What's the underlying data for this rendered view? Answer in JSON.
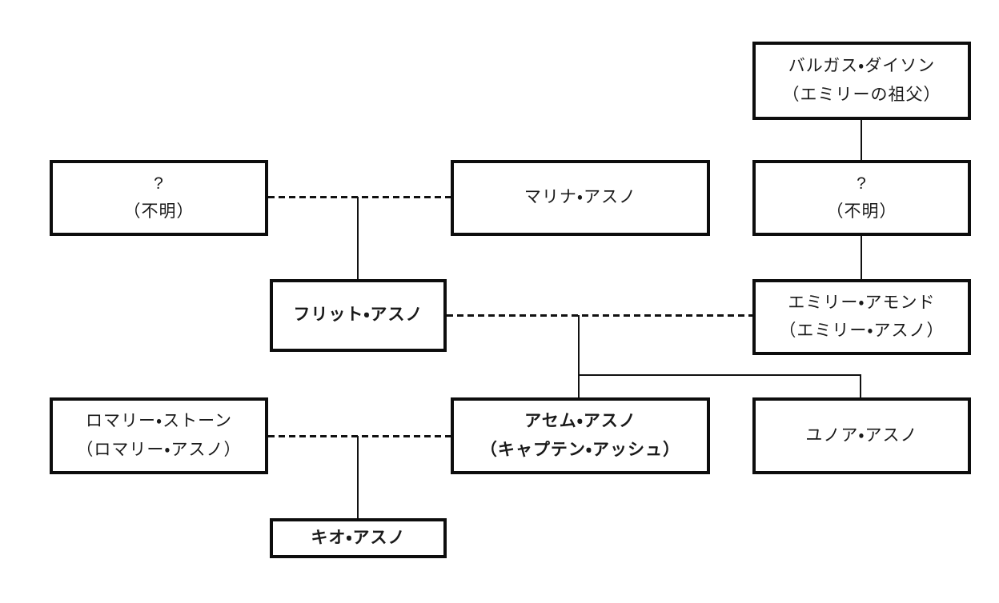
{
  "diagram": {
    "type": "family-tree",
    "background_color": "#ffffff",
    "line_color": "#111111",
    "text_color": "#1a1a1a",
    "nodes": {
      "vargas": {
        "name": "バルガス・ダイソン",
        "note": "（エミリーの祖父）",
        "emphasis": false
      },
      "unknown_left": {
        "name": "?",
        "note": "（不明）",
        "emphasis": false
      },
      "marina": {
        "name": "マリナ・アスノ",
        "emphasis": false
      },
      "unknown_right": {
        "name": "?",
        "note": "（不明）",
        "emphasis": false
      },
      "flit": {
        "name": "フリット・アスノ",
        "emphasis": true
      },
      "emily": {
        "name": "エミリー・アモンド",
        "note": "（エミリー・アスノ）",
        "emphasis": false
      },
      "romary": {
        "name": "ロマリー・ストーン",
        "note": "（ロマリー・アスノ）",
        "emphasis": false
      },
      "asemu": {
        "name": "アセム・アスノ",
        "note": "（キャプテン・アッシュ）",
        "emphasis": true
      },
      "yunoa": {
        "name": "ユノア・アスノ",
        "emphasis": false
      },
      "kio": {
        "name": "キオ・アスノ",
        "emphasis": true
      }
    },
    "edges": [
      {
        "from": "vargas",
        "to": "unknown_right",
        "style": "solid",
        "relation": "parent-child"
      },
      {
        "from": "unknown_right",
        "to": "emily",
        "style": "solid",
        "relation": "parent-child"
      },
      {
        "from": "unknown_left",
        "to": "marina",
        "style": "dashed",
        "relation": "couple"
      },
      {
        "from": "unknown_left+marina",
        "to": "flit",
        "style": "solid",
        "relation": "parent-child"
      },
      {
        "from": "flit",
        "to": "emily",
        "style": "dashed",
        "relation": "couple"
      },
      {
        "from": "flit+emily",
        "to": "asemu",
        "style": "solid",
        "relation": "parent-child"
      },
      {
        "from": "flit+emily",
        "to": "yunoa",
        "style": "solid",
        "relation": "parent-child"
      },
      {
        "from": "romary",
        "to": "asemu",
        "style": "dashed",
        "relation": "couple"
      },
      {
        "from": "romary+asemu",
        "to": "kio",
        "style": "solid",
        "relation": "parent-child"
      }
    ]
  }
}
